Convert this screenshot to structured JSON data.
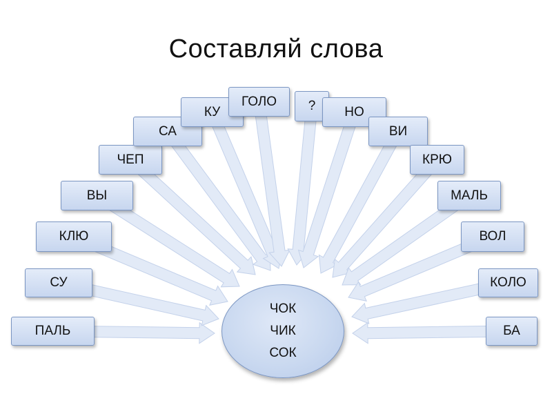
{
  "title": "Составляй слова",
  "center": {
    "endings": [
      "ЧОК",
      "ЧИК",
      "СОК"
    ]
  },
  "syllables": [
    "ПАЛЬ",
    "СУ",
    "КЛЮ",
    "ВЫ",
    "ЧЕП",
    "СА",
    "КУ",
    "ГОЛО",
    "?",
    "НО",
    "ВИ",
    "КРЮ",
    "МАЛЬ",
    "ВОЛ",
    "КОЛО",
    "БА"
  ]
}
